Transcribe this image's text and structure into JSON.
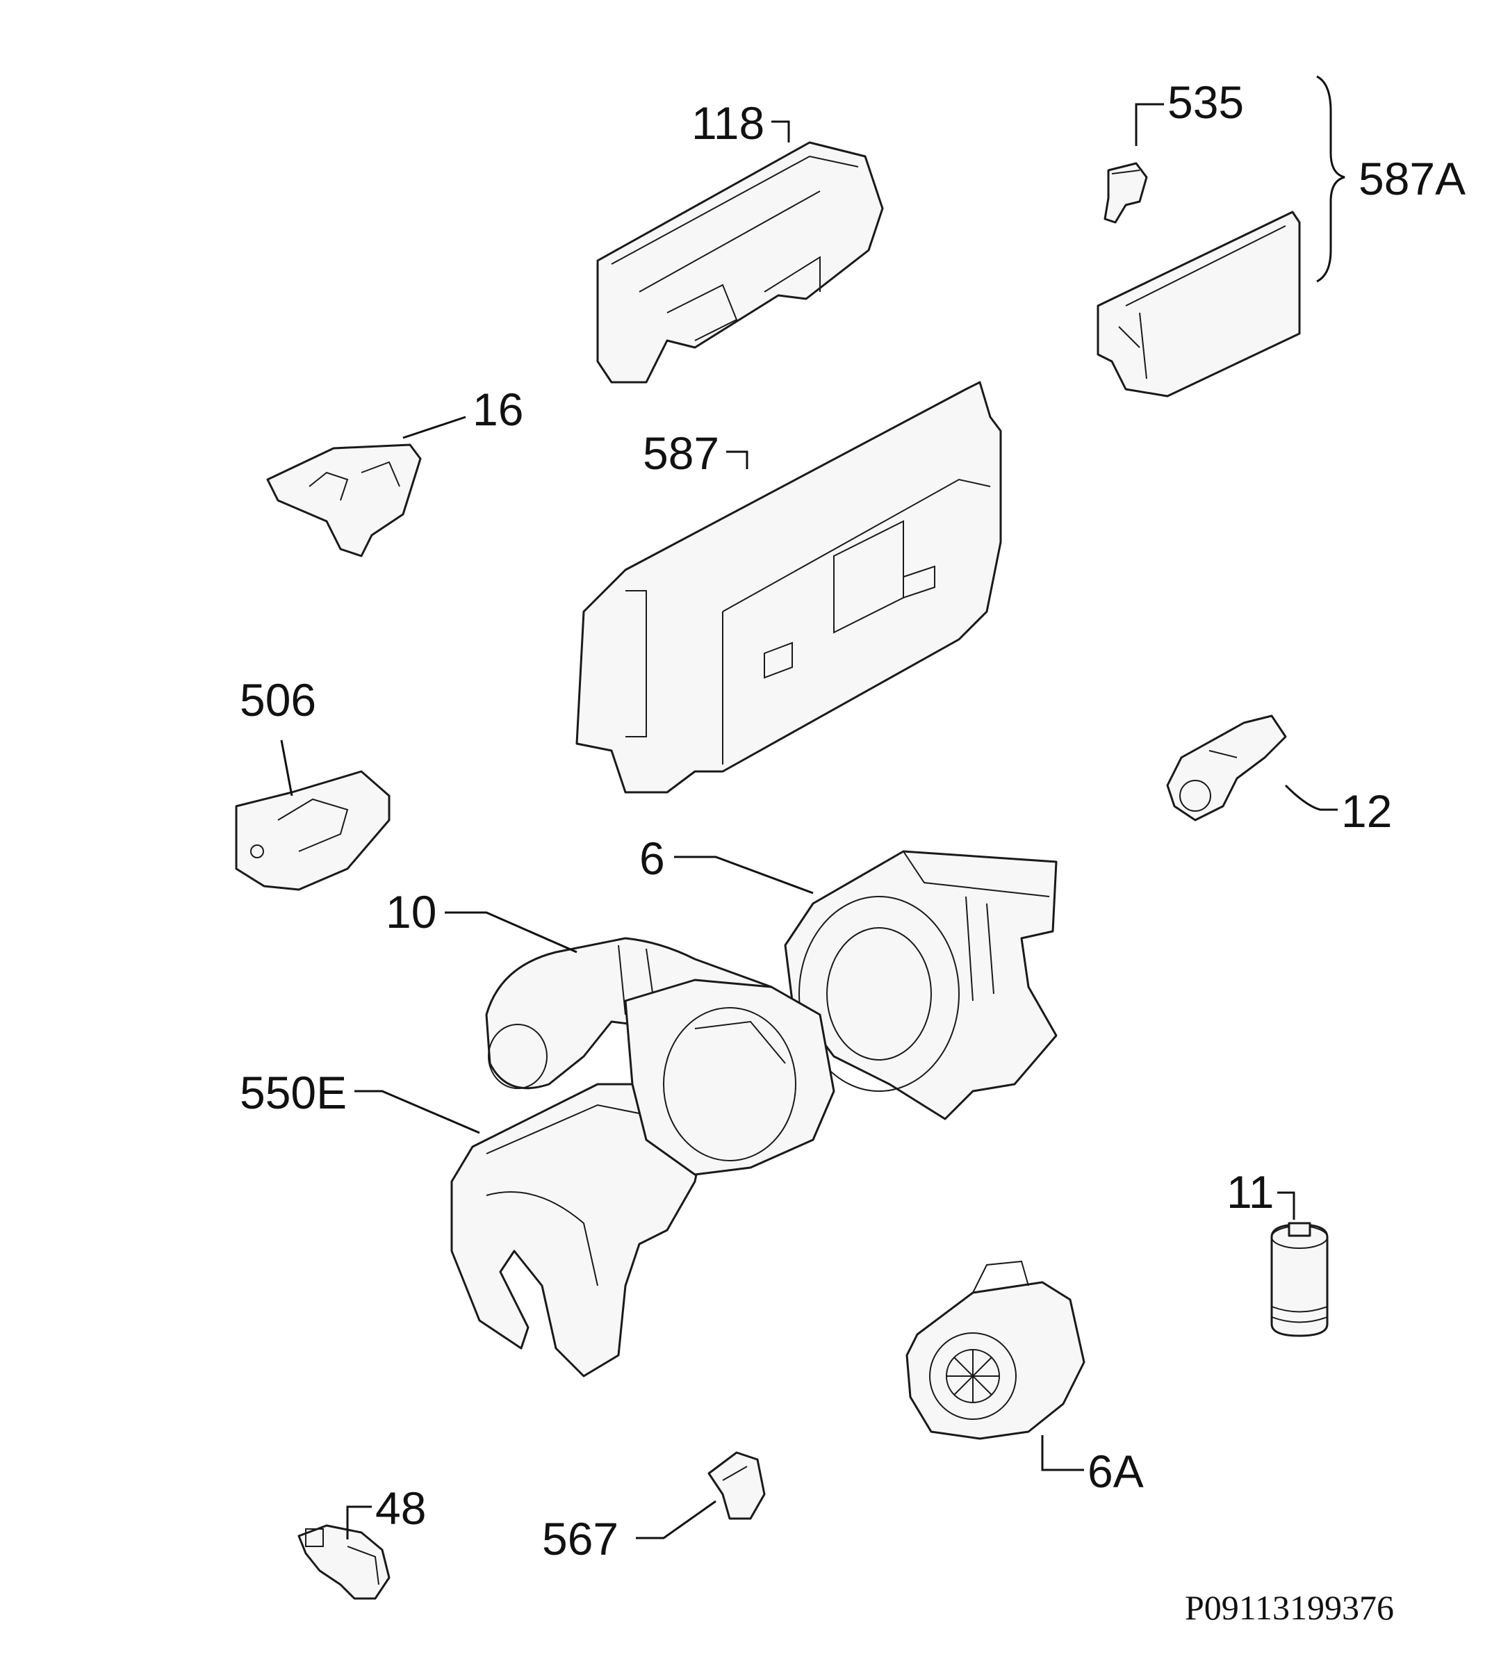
{
  "callouts": {
    "p118": "118",
    "p535": "535",
    "p587a": "587A",
    "p16": "16",
    "p587": "587",
    "p506": "506",
    "p12": "12",
    "p6": "6",
    "p10": "10",
    "p550e": "550E",
    "p11": "11",
    "p6a": "6A",
    "p48": "48",
    "p567": "567"
  },
  "document_id": "P09113199376"
}
